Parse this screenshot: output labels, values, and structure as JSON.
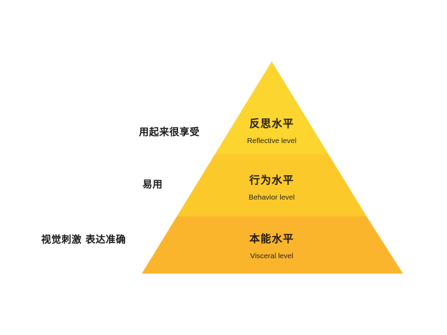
{
  "diagram": {
    "type": "pyramid",
    "levels": [
      {
        "title": "反思水平",
        "subtitle": "Reflective level",
        "side_note": "用起来很享受",
        "color": "#FCD52E"
      },
      {
        "title": "行为水平",
        "subtitle": "Behavior level",
        "side_note": "易用",
        "color": "#FCC92A"
      },
      {
        "title": "本能水平",
        "subtitle": "Visceral level",
        "side_note": "视觉刺激 表达准确",
        "color": "#FBB52D"
      }
    ]
  }
}
